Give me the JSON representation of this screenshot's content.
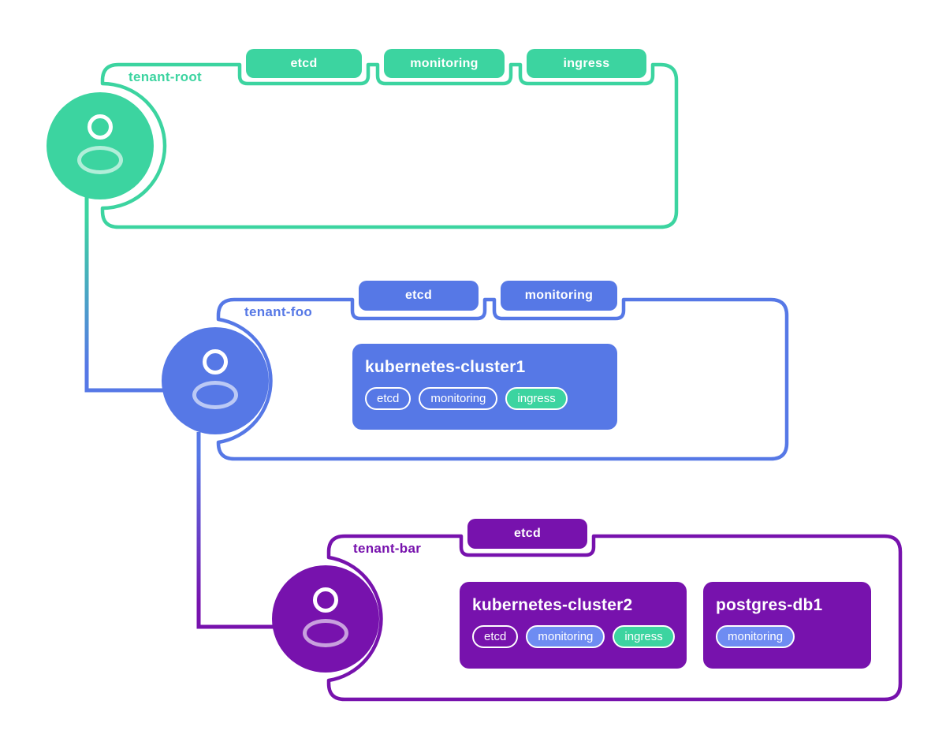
{
  "palette": {
    "green": "#3cd4a0",
    "blue": "#5678e6",
    "light_blue": "#6e8cf2",
    "purple": "#7712ad",
    "white": "#ffffff"
  },
  "tenants": [
    {
      "name": "tenant-root",
      "color": "#3cd4a0",
      "avatar_icon": "person-icon",
      "namespace_tags": [
        "etcd",
        "monitoring",
        "ingress"
      ],
      "resources": []
    },
    {
      "name": "tenant-foo",
      "color": "#5678e6",
      "avatar_icon": "person-icon",
      "namespace_tags": [
        "etcd",
        "monitoring"
      ],
      "resources": [
        {
          "title": "kubernetes-cluster1",
          "pills": [
            {
              "label": "etcd",
              "variant": "outline"
            },
            {
              "label": "monitoring",
              "variant": "outline"
            },
            {
              "label": "ingress",
              "variant": "green"
            }
          ]
        }
      ]
    },
    {
      "name": "tenant-bar",
      "color": "#7712ad",
      "avatar_icon": "person-icon",
      "namespace_tags": [
        "etcd"
      ],
      "resources": [
        {
          "title": "kubernetes-cluster2",
          "pills": [
            {
              "label": "etcd",
              "variant": "outline"
            },
            {
              "label": "monitoring",
              "variant": "blue"
            },
            {
              "label": "ingress",
              "variant": "green"
            }
          ]
        },
        {
          "title": "postgres-db1",
          "pills": [
            {
              "label": "monitoring",
              "variant": "blue"
            }
          ]
        }
      ]
    }
  ],
  "connections": [
    {
      "from": "tenant-root",
      "to": "tenant-foo"
    },
    {
      "from": "tenant-foo",
      "to": "tenant-bar"
    }
  ]
}
